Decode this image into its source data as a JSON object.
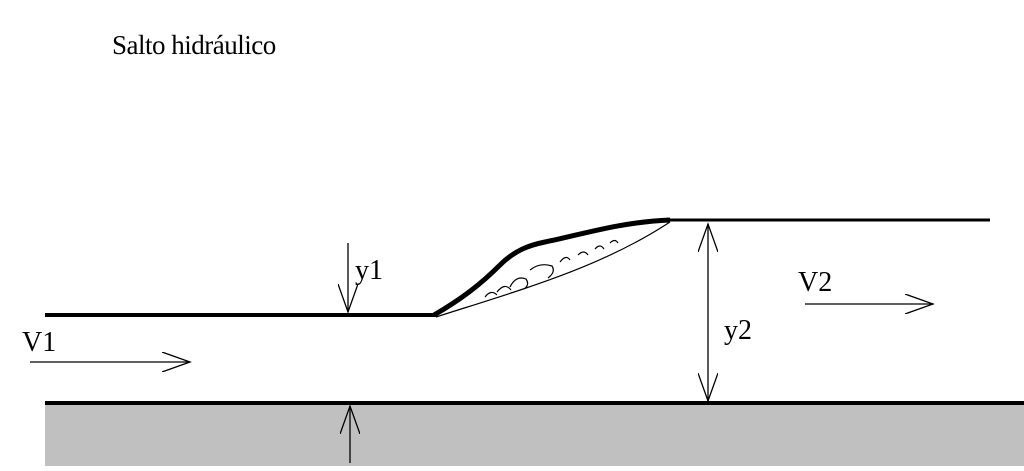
{
  "title": "Salto hidráulico",
  "labels": {
    "y1": "y1",
    "y2": "y2",
    "v1": "V1",
    "v2": "V2"
  },
  "colors": {
    "line": "#000000",
    "channel_bed": "#c0c0c0"
  }
}
